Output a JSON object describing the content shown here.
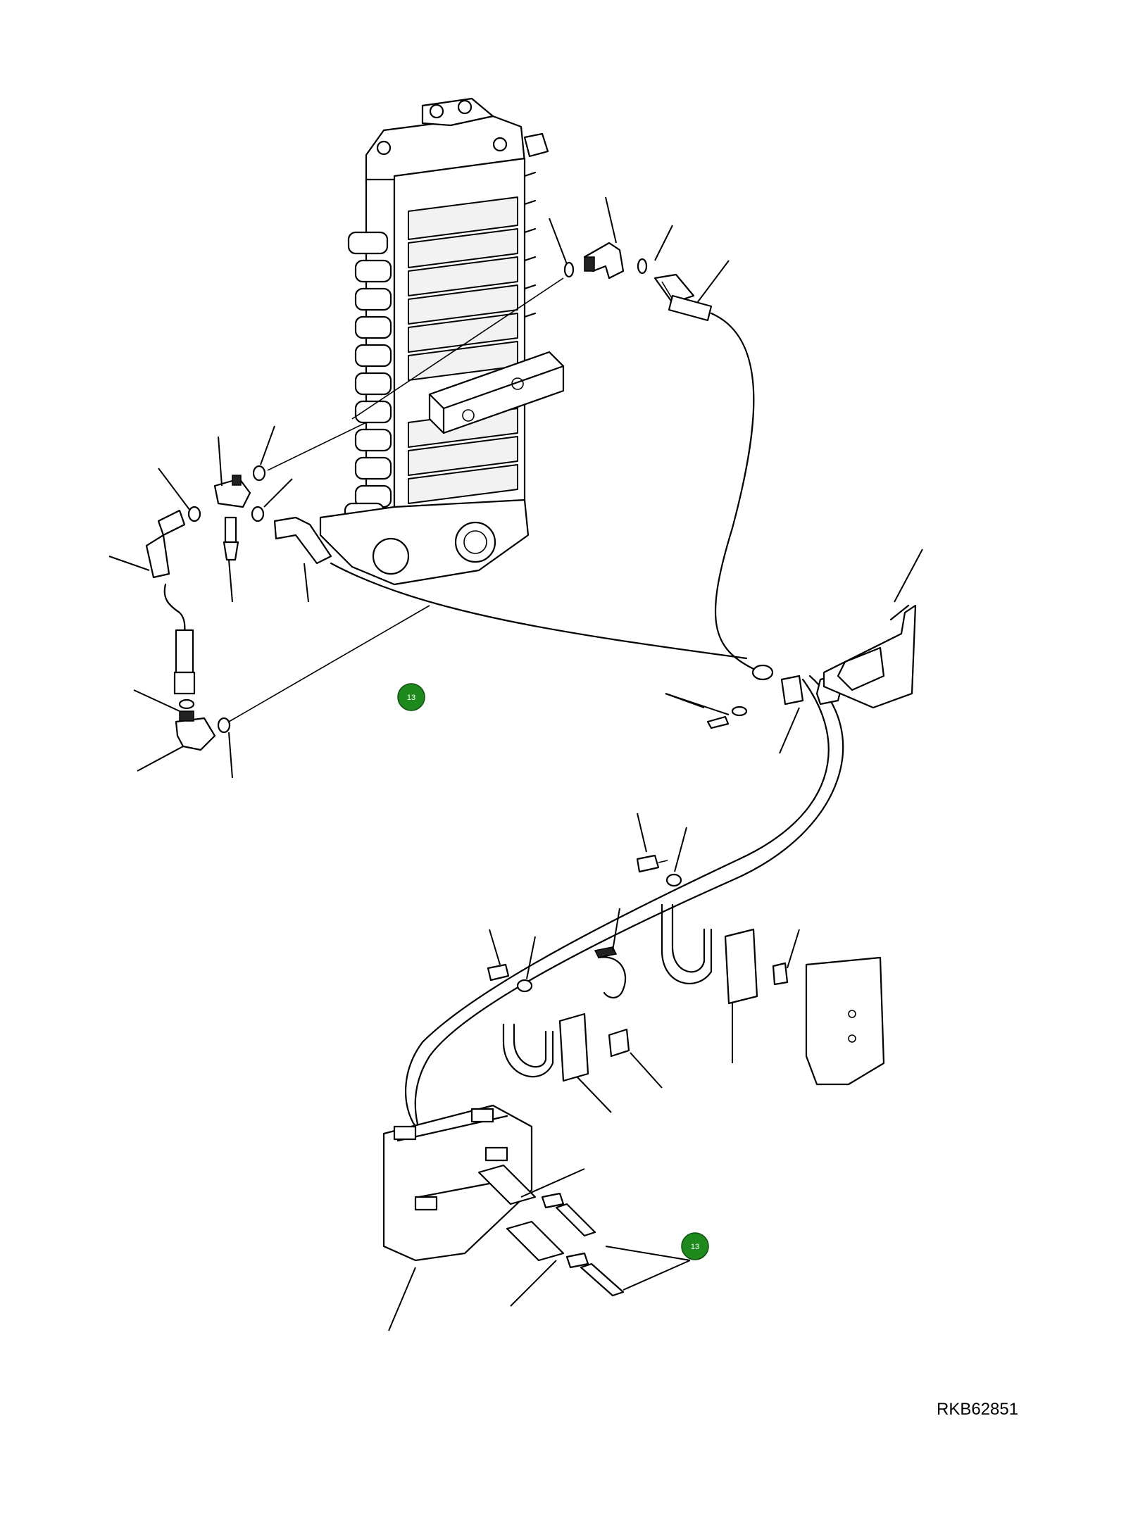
{
  "drawing_number": "RKB62851",
  "callouts": [
    {
      "id": "callout-upper",
      "label": "13"
    },
    {
      "id": "callout-lower",
      "label": "13"
    }
  ],
  "colors": {
    "line": "#000000",
    "callout_fill": "#1e8a1e",
    "callout_text": "#ffffff",
    "background": "#ffffff"
  }
}
